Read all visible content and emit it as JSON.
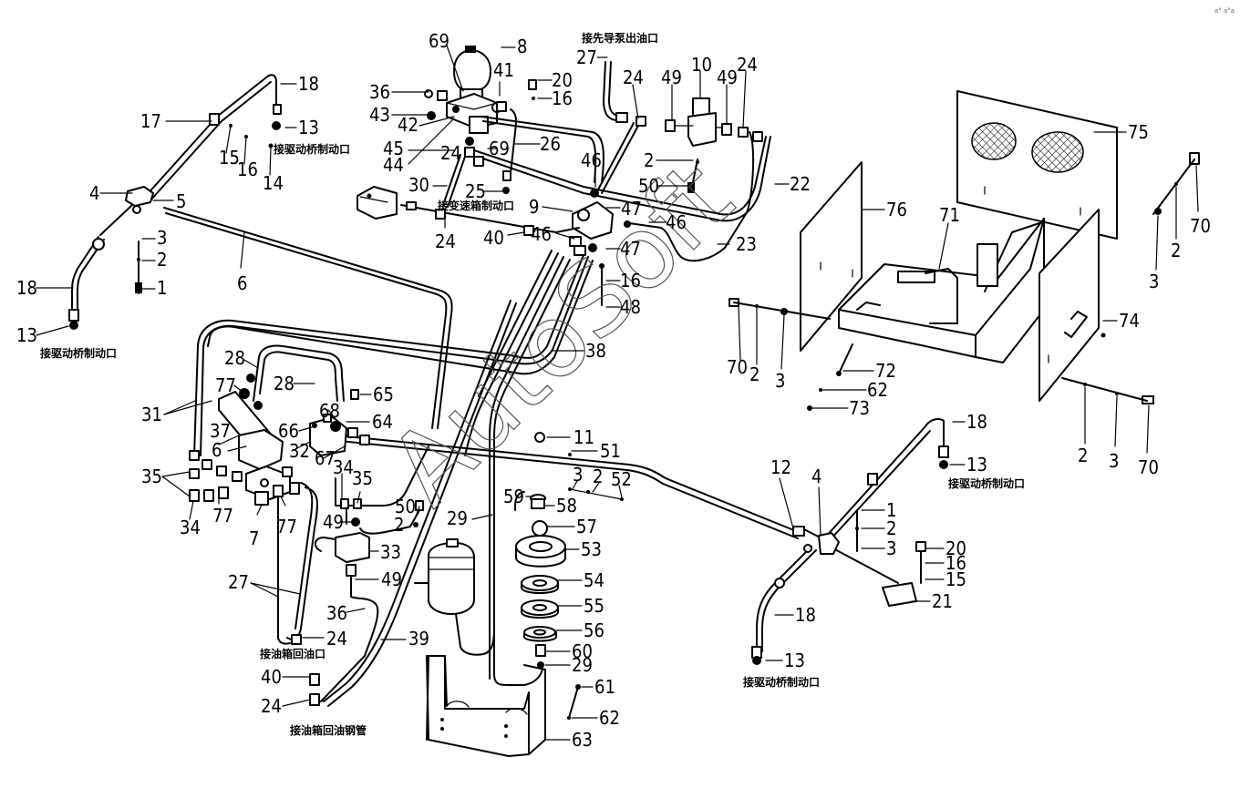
{
  "watermark": "AutoSoft",
  "corner_mark": "a° a°a",
  "annotations": {
    "pilot_pump_outlet": "接先导泵出油口",
    "drive_axle_brake_1": "接驱动桥制动口",
    "drive_axle_brake_2": "接驱动桥制动口",
    "drive_axle_brake_3": "接驱动桥制动口",
    "drive_axle_brake_4": "接驱动桥制动口",
    "gearbox_brake": "接变速箱制动口",
    "tank_return": "接油箱回油口",
    "tank_return_pipe": "接油箱回油钢管"
  },
  "part_labels": [
    {
      "id": "p8",
      "text": "8"
    },
    {
      "id": "p69a",
      "text": "69"
    },
    {
      "id": "p41",
      "text": "41"
    },
    {
      "id": "p36a",
      "text": "36"
    },
    {
      "id": "p43",
      "text": "43"
    },
    {
      "id": "p42",
      "text": "42"
    },
    {
      "id": "p45",
      "text": "45"
    },
    {
      "id": "p44",
      "text": "44"
    },
    {
      "id": "p24a",
      "text": "24"
    },
    {
      "id": "p69b",
      "text": "69"
    },
    {
      "id": "p30",
      "text": "30"
    },
    {
      "id": "p27a",
      "text": "27"
    },
    {
      "id": "p20a",
      "text": "20"
    },
    {
      "id": "p16a",
      "text": "16"
    },
    {
      "id": "p26",
      "text": "26"
    },
    {
      "id": "p25",
      "text": "25"
    },
    {
      "id": "p24b",
      "text": "24"
    },
    {
      "id": "p49a",
      "text": "49"
    },
    {
      "id": "p10",
      "text": "10"
    },
    {
      "id": "p49b",
      "text": "49"
    },
    {
      "id": "p24c",
      "text": "24"
    },
    {
      "id": "p46a",
      "text": "46"
    },
    {
      "id": "p2a",
      "text": "2"
    },
    {
      "id": "p50a",
      "text": "50"
    },
    {
      "id": "p22",
      "text": "22"
    },
    {
      "id": "p9",
      "text": "9"
    },
    {
      "id": "p47a",
      "text": "47"
    },
    {
      "id": "p46b",
      "text": "46"
    },
    {
      "id": "p46c",
      "text": "46"
    },
    {
      "id": "p40a",
      "text": "40"
    },
    {
      "id": "p47b",
      "text": "47"
    },
    {
      "id": "p23",
      "text": "23"
    },
    {
      "id": "p16b",
      "text": "16"
    },
    {
      "id": "p48",
      "text": "48"
    },
    {
      "id": "p24d",
      "text": "24"
    },
    {
      "id": "p18a",
      "text": "18"
    },
    {
      "id": "p17",
      "text": "17"
    },
    {
      "id": "p13a",
      "text": "13"
    },
    {
      "id": "p15a",
      "text": "15"
    },
    {
      "id": "p16c",
      "text": "16"
    },
    {
      "id": "p14",
      "text": "14"
    },
    {
      "id": "p4a",
      "text": "4"
    },
    {
      "id": "p5",
      "text": "5"
    },
    {
      "id": "p3a",
      "text": "3"
    },
    {
      "id": "p2b",
      "text": "2"
    },
    {
      "id": "p1a",
      "text": "1"
    },
    {
      "id": "p6",
      "text": "6"
    },
    {
      "id": "p18b",
      "text": "18"
    },
    {
      "id": "p13b",
      "text": "13"
    },
    {
      "id": "p38",
      "text": "38"
    },
    {
      "id": "p31",
      "text": "31"
    },
    {
      "id": "p28a",
      "text": "28"
    },
    {
      "id": "p28b",
      "text": "28"
    },
    {
      "id": "p77a",
      "text": "77"
    },
    {
      "id": "p65",
      "text": "65"
    },
    {
      "id": "p68",
      "text": "68"
    },
    {
      "id": "p64",
      "text": "64"
    },
    {
      "id": "p66",
      "text": "66"
    },
    {
      "id": "p37",
      "text": "37"
    },
    {
      "id": "p6b",
      "text": "6"
    },
    {
      "id": "p32",
      "text": "32"
    },
    {
      "id": "p67",
      "text": "67"
    },
    {
      "id": "p35a",
      "text": "35"
    },
    {
      "id": "p34a",
      "text": "34"
    },
    {
      "id": "p35b",
      "text": "35"
    },
    {
      "id": "p34b",
      "text": "34"
    },
    {
      "id": "p77b",
      "text": "77"
    },
    {
      "id": "p7",
      "text": "7"
    },
    {
      "id": "p77c",
      "text": "77"
    },
    {
      "id": "p50b",
      "text": "50"
    },
    {
      "id": "p2c",
      "text": "2"
    },
    {
      "id": "p49c",
      "text": "49"
    },
    {
      "id": "p33",
      "text": "33"
    },
    {
      "id": "p49d",
      "text": "49"
    },
    {
      "id": "p27b",
      "text": "27"
    },
    {
      "id": "p36b",
      "text": "36"
    },
    {
      "id": "p24e",
      "text": "24"
    },
    {
      "id": "p40b",
      "text": "40"
    },
    {
      "id": "p24f",
      "text": "24"
    },
    {
      "id": "p39",
      "text": "39"
    },
    {
      "id": "p29a",
      "text": "29"
    },
    {
      "id": "p11",
      "text": "11"
    },
    {
      "id": "p51",
      "text": "51"
    },
    {
      "id": "p3b",
      "text": "3"
    },
    {
      "id": "p2d",
      "text": "2"
    },
    {
      "id": "p52",
      "text": "52"
    },
    {
      "id": "p59",
      "text": "59"
    },
    {
      "id": "p58",
      "text": "58"
    },
    {
      "id": "p57",
      "text": "57"
    },
    {
      "id": "p53",
      "text": "53"
    },
    {
      "id": "p54",
      "text": "54"
    },
    {
      "id": "p55",
      "text": "55"
    },
    {
      "id": "p56",
      "text": "56"
    },
    {
      "id": "p60",
      "text": "60"
    },
    {
      "id": "p29b",
      "text": "29"
    },
    {
      "id": "p61",
      "text": "61"
    },
    {
      "id": "p62a",
      "text": "62"
    },
    {
      "id": "p63",
      "text": "63"
    },
    {
      "id": "p12",
      "text": "12"
    },
    {
      "id": "p4b",
      "text": "4"
    },
    {
      "id": "p1b",
      "text": "1"
    },
    {
      "id": "p2e",
      "text": "2"
    },
    {
      "id": "p3c",
      "text": "3"
    },
    {
      "id": "p20b",
      "text": "20"
    },
    {
      "id": "p16d",
      "text": "16"
    },
    {
      "id": "p15b",
      "text": "15"
    },
    {
      "id": "p21",
      "text": "21"
    },
    {
      "id": "p18c",
      "text": "18"
    },
    {
      "id": "p13c",
      "text": "13"
    },
    {
      "id": "p18d",
      "text": "18"
    },
    {
      "id": "p13d",
      "text": "13"
    },
    {
      "id": "p75",
      "text": "75"
    },
    {
      "id": "p76",
      "text": "76"
    },
    {
      "id": "p71",
      "text": "71"
    },
    {
      "id": "p70a",
      "text": "70"
    },
    {
      "id": "p2f",
      "text": "2"
    },
    {
      "id": "p3d",
      "text": "3"
    },
    {
      "id": "p74",
      "text": "74"
    },
    {
      "id": "p70b",
      "text": "70"
    },
    {
      "id": "p2g",
      "text": "2"
    },
    {
      "id": "p3e",
      "text": "3"
    },
    {
      "id": "p72",
      "text": "72"
    },
    {
      "id": "p62b",
      "text": "62"
    },
    {
      "id": "p73",
      "text": "73"
    },
    {
      "id": "p2h",
      "text": "2"
    },
    {
      "id": "p3f",
      "text": "3"
    },
    {
      "id": "p70c",
      "text": "70"
    }
  ]
}
